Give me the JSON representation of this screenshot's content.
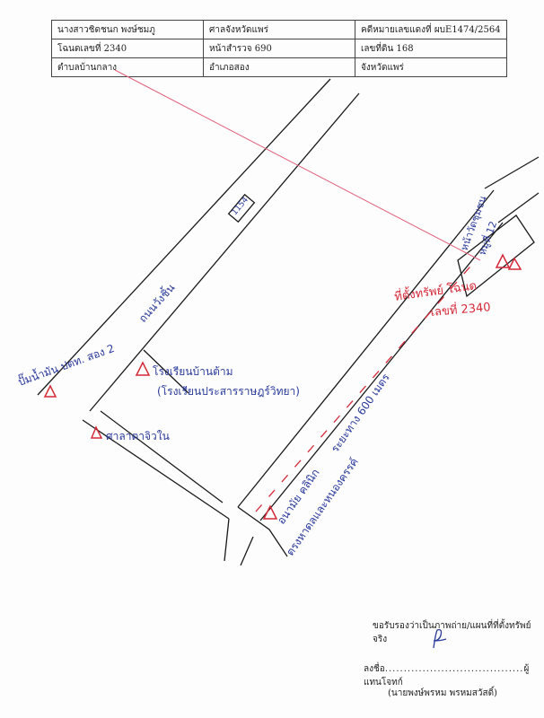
{
  "header_table": [
    [
      "นางสาวชิดชนก พงษ์ชมภู",
      "ศาลจังหวัดแพร่",
      "คดีหมายเลขแดงที่ ผบE1474/2564"
    ],
    [
      "โฉนดเลขที่   2340",
      "หน้าสำรวจ   690",
      "เลขที่ดิน 168"
    ],
    [
      "ตำบลบ้านกลาง",
      "อำเภอสอง",
      "จังหวัดแพร่"
    ]
  ],
  "map_labels": {
    "road_name": "ถนนวังชิ้น",
    "road_number": "1154",
    "gas_station": "ปั๊มน้ำมัน ปตท. สอง 2",
    "school_1": "โรงเรียนบ้านต้าม",
    "school_2": "(โรงเรียนประสารราษฎร์วิทยา)",
    "pavilion": "ศาลาตาจิวใน",
    "clinic": "อนามัย คลินิก",
    "clinic_2": "ตรงหาดลและหนองครรค์",
    "distance": "ระยะทาง 600 เมตร",
    "village": "หน้าวัดชุมชน",
    "village_2": "หมู่ที่ 12",
    "property_1": "ที่ตั้งทรัพย์ โฉนด",
    "property_2": "เลขที่ 2340"
  },
  "certification": {
    "statement": "ขอรับรองว่าเป็นภาพถ่าย/แผนที่ที่ตั้งทรัพย์จริง",
    "sign_prefix": "ลงชื่อ",
    "sign_suffix": "ผู้แทนโจทก์",
    "name": "(นายพงษ์พรหม พรหมสวัสดิ์)"
  },
  "colors": {
    "ink_blue": "#2a3a9a",
    "ink_red": "#d42a3a",
    "pointer_line": "#e0607a"
  }
}
